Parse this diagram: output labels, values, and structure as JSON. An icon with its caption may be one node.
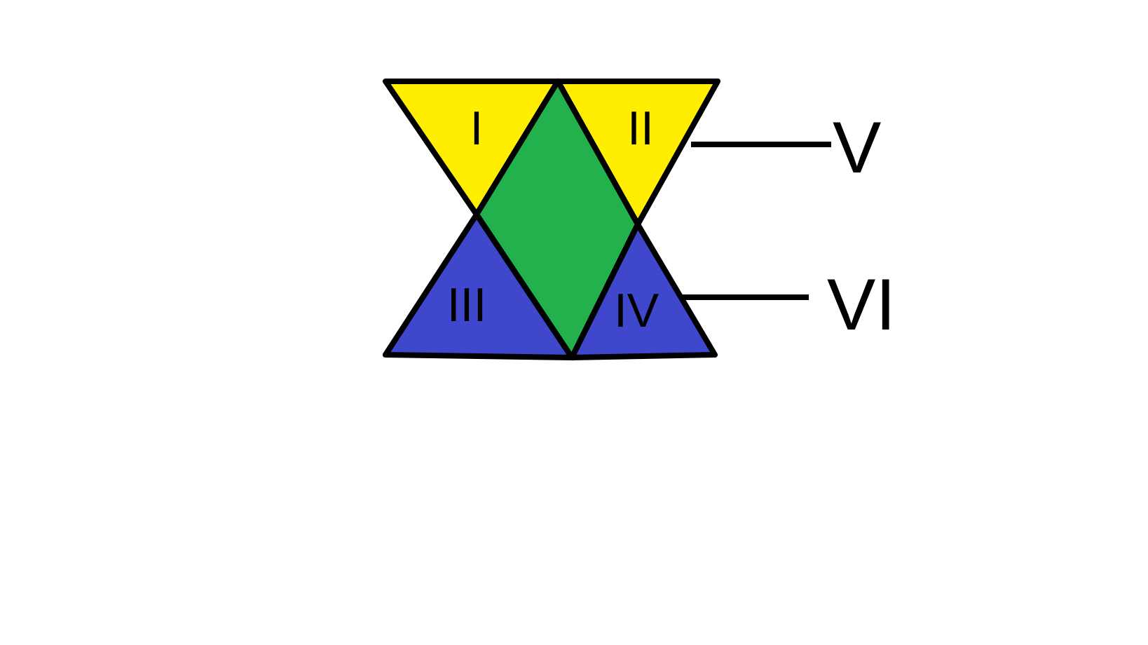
{
  "diagram": {
    "nodes": [
      {
        "text": [
          "I"
        ]
      },
      {
        "text": [
          "II"
        ]
      },
      {
        "text": [
          "V"
        ]
      },
      {
        "text": [],
        "shape": "diamond"
      },
      {
        "text": [
          "III"
        ]
      },
      {
        "text": [
          "IV"
        ]
      },
      {
        "text": [
          "VI"
        ]
      }
    ],
    "edges": [
      {
        "from": 2,
        "to": 1,
        "arrow": "none"
      },
      {
        "from": 6,
        "to": 5,
        "arrow": "none"
      }
    ]
  }
}
